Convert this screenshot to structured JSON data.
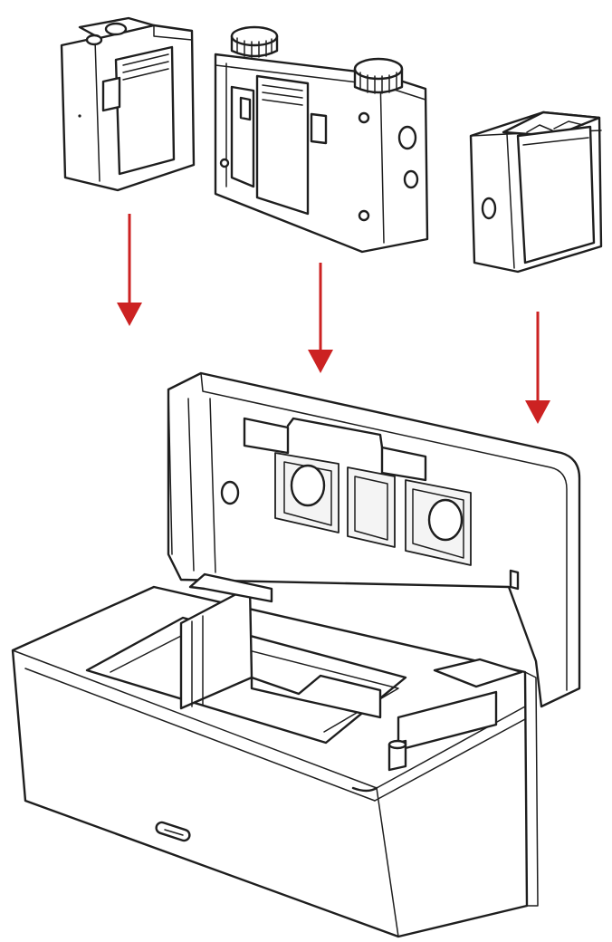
{
  "colors": {
    "line": "#1e1e1e",
    "arrow": "#cc2222",
    "background": "#ffffff"
  },
  "components": [
    {
      "id": "left-transmitter",
      "icon": "transmitter-icon"
    },
    {
      "id": "receiver",
      "icon": "receiver-icon"
    },
    {
      "id": "right-transmitter",
      "icon": "transmitter-icon"
    },
    {
      "id": "charging-case",
      "icon": "charging-case-icon"
    }
  ],
  "arrows": [
    {
      "id": "left-arrow",
      "direction": "down"
    },
    {
      "id": "center-arrow",
      "direction": "down"
    },
    {
      "id": "right-arrow",
      "direction": "down"
    }
  ]
}
